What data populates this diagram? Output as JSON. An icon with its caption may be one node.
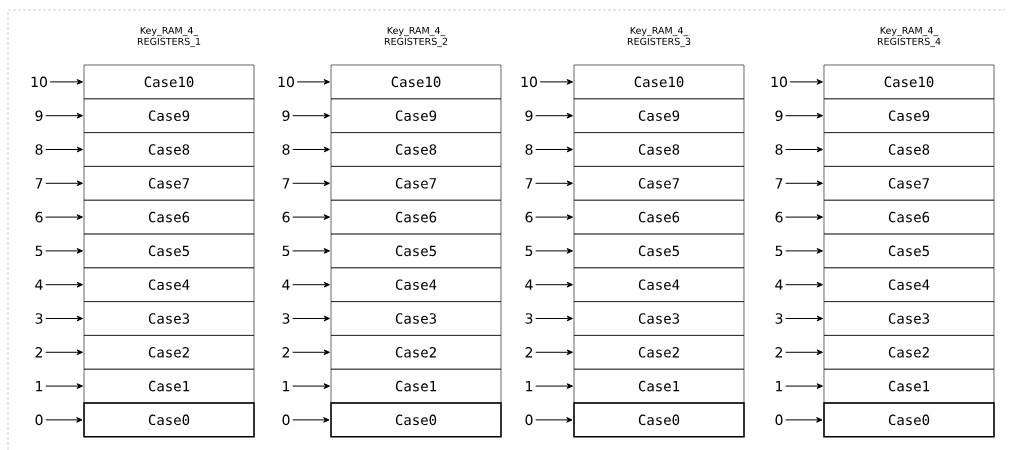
{
  "diagram": {
    "nodes": [
      {
        "text": [
          "10"
        ]
      },
      {
        "text": [
          "Case10"
        ]
      },
      {
        "text": [
          "9"
        ]
      },
      {
        "text": [
          "Case9"
        ]
      },
      {
        "text": [
          "8"
        ]
      },
      {
        "text": [
          "Case8"
        ]
      },
      {
        "text": [
          "7"
        ]
      },
      {
        "text": [
          "Case7"
        ]
      },
      {
        "text": [
          "6"
        ]
      },
      {
        "text": [
          "Case6"
        ]
      },
      {
        "text": [
          "5"
        ]
      },
      {
        "text": [
          "Case5"
        ]
      },
      {
        "text": [
          "4"
        ]
      },
      {
        "text": [
          "Case4"
        ]
      },
      {
        "text": [
          "3"
        ]
      },
      {
        "text": [
          "Case3"
        ]
      },
      {
        "text": [
          "2"
        ]
      },
      {
        "text": [
          "Case2"
        ]
      },
      {
        "text": [
          "1"
        ]
      },
      {
        "text": [
          "Case1"
        ]
      },
      {
        "text": [
          "0"
        ]
      },
      {
        "text": [
          "Case0"
        ]
      },
      {
        "text": [
          "10"
        ]
      },
      {
        "text": [
          "Case10"
        ]
      },
      {
        "text": [
          "9"
        ]
      },
      {
        "text": [
          "Case9"
        ]
      },
      {
        "text": [
          "8"
        ]
      },
      {
        "text": [
          "Case8"
        ]
      },
      {
        "text": [
          "7"
        ]
      },
      {
        "text": [
          "Case7"
        ]
      },
      {
        "text": [
          "6"
        ]
      },
      {
        "text": [
          "Case6"
        ]
      },
      {
        "text": [
          "5"
        ]
      },
      {
        "text": [
          "Case5"
        ]
      },
      {
        "text": [
          "4"
        ]
      },
      {
        "text": [
          "Case4"
        ]
      },
      {
        "text": [
          "3"
        ]
      },
      {
        "text": [
          "Case3"
        ]
      },
      {
        "text": [
          "2"
        ]
      },
      {
        "text": [
          "Case2"
        ]
      },
      {
        "text": [
          "1"
        ]
      },
      {
        "text": [
          "Case1"
        ]
      },
      {
        "text": [
          "0"
        ]
      },
      {
        "text": [
          "Case0"
        ]
      },
      {
        "text": [
          "10"
        ]
      },
      {
        "text": [
          "Case10"
        ]
      },
      {
        "text": [
          "9"
        ]
      },
      {
        "text": [
          "Case9"
        ]
      },
      {
        "text": [
          "8"
        ]
      },
      {
        "text": [
          "Case8"
        ]
      },
      {
        "text": [
          "7"
        ]
      },
      {
        "text": [
          "Case7"
        ]
      },
      {
        "text": [
          "6"
        ]
      },
      {
        "text": [
          "Case6"
        ]
      },
      {
        "text": [
          "5"
        ]
      },
      {
        "text": [
          "Case5"
        ]
      },
      {
        "text": [
          "4"
        ]
      },
      {
        "text": [
          "Case4"
        ]
      },
      {
        "text": [
          "3"
        ]
      },
      {
        "text": [
          "Case3"
        ]
      },
      {
        "text": [
          "2"
        ]
      },
      {
        "text": [
          "Case2"
        ]
      },
      {
        "text": [
          "1"
        ]
      },
      {
        "text": [
          "Case1"
        ]
      },
      {
        "text": [
          "0"
        ]
      },
      {
        "text": [
          "Case0"
        ]
      },
      {
        "text": [
          "10"
        ]
      },
      {
        "text": [
          "Case10"
        ]
      },
      {
        "text": [
          "9"
        ]
      },
      {
        "text": [
          "Case9"
        ]
      },
      {
        "text": [
          "8"
        ]
      },
      {
        "text": [
          "Case8"
        ]
      },
      {
        "text": [
          "7"
        ]
      },
      {
        "text": [
          "Case7"
        ]
      },
      {
        "text": [
          "6"
        ]
      },
      {
        "text": [
          "Case6"
        ]
      },
      {
        "text": [
          "5"
        ]
      },
      {
        "text": [
          "Case5"
        ]
      },
      {
        "text": [
          "4"
        ]
      },
      {
        "text": [
          "Case4"
        ]
      },
      {
        "text": [
          "3"
        ]
      },
      {
        "text": [
          "Case3"
        ]
      },
      {
        "text": [
          "2"
        ]
      },
      {
        "text": [
          "Case2"
        ]
      },
      {
        "text": [
          "1"
        ]
      },
      {
        "text": [
          "Case1"
        ]
      },
      {
        "text": [
          "0"
        ]
      },
      {
        "text": [
          "Case0"
        ]
      }
    ],
    "edges": [
      {
        "from": 0,
        "to": 1,
        "arrow": "to"
      },
      {
        "from": 2,
        "to": 3,
        "arrow": "to"
      },
      {
        "from": 4,
        "to": 5,
        "arrow": "to"
      },
      {
        "from": 6,
        "to": 7,
        "arrow": "to"
      },
      {
        "from": 8,
        "to": 9,
        "arrow": "to"
      },
      {
        "from": 10,
        "to": 11,
        "arrow": "to"
      },
      {
        "from": 12,
        "to": 13,
        "arrow": "to"
      },
      {
        "from": 14,
        "to": 15,
        "arrow": "to"
      },
      {
        "from": 16,
        "to": 17,
        "arrow": "to"
      },
      {
        "from": 18,
        "to": 19,
        "arrow": "to"
      },
      {
        "from": 20,
        "to": 21,
        "arrow": "to"
      },
      {
        "from": 22,
        "to": 23,
        "arrow": "to"
      },
      {
        "from": 24,
        "to": 25,
        "arrow": "to"
      },
      {
        "from": 26,
        "to": 27,
        "arrow": "to"
      },
      {
        "from": 28,
        "to": 29,
        "arrow": "to"
      },
      {
        "from": 30,
        "to": 31,
        "arrow": "to"
      },
      {
        "from": 32,
        "to": 33,
        "arrow": "to"
      },
      {
        "from": 34,
        "to": 35,
        "arrow": "to"
      },
      {
        "from": 36,
        "to": 37,
        "arrow": "to"
      },
      {
        "from": 38,
        "to": 39,
        "arrow": "to"
      },
      {
        "from": 40,
        "to": 41,
        "arrow": "to"
      },
      {
        "from": 42,
        "to": 43,
        "arrow": "to"
      },
      {
        "from": 44,
        "to": 45,
        "arrow": "to"
      },
      {
        "from": 46,
        "to": 47,
        "arrow": "to"
      },
      {
        "from": 48,
        "to": 49,
        "arrow": "to"
      },
      {
        "from": 50,
        "to": 51,
        "arrow": "to"
      },
      {
        "from": 52,
        "to": 53,
        "arrow": "to"
      },
      {
        "from": 54,
        "to": 55,
        "arrow": "to"
      },
      {
        "from": 56,
        "to": 57,
        "arrow": "to"
      },
      {
        "from": 58,
        "to": 59,
        "arrow": "to"
      },
      {
        "from": 60,
        "to": 61,
        "arrow": "to"
      },
      {
        "from": 62,
        "to": 63,
        "arrow": "to"
      },
      {
        "from": 64,
        "to": 65,
        "arrow": "to"
      },
      {
        "from": 66,
        "to": 67,
        "arrow": "to"
      },
      {
        "from": 68,
        "to": 69,
        "arrow": "to"
      },
      {
        "from": 70,
        "to": 71,
        "arrow": "to"
      },
      {
        "from": 72,
        "to": 73,
        "arrow": "to"
      },
      {
        "from": 74,
        "to": 75,
        "arrow": "to"
      },
      {
        "from": 76,
        "to": 77,
        "arrow": "to"
      },
      {
        "from": 78,
        "to": 79,
        "arrow": "to"
      },
      {
        "from": 80,
        "to": 81,
        "arrow": "to"
      },
      {
        "from": 82,
        "to": 83,
        "arrow": "to"
      },
      {
        "from": 84,
        "to": 85,
        "arrow": "to"
      },
      {
        "from": 86,
        "to": 87,
        "arrow": "to"
      }
    ],
    "labels": [
      "Key_RAM_4_ REGISTERS_1",
      "Key_RAM_4_ REGISTERS_2",
      "Key_RAM_4_ REGISTERS_3",
      "Key_RAM_4_ REGISTERS_4"
    ]
  }
}
